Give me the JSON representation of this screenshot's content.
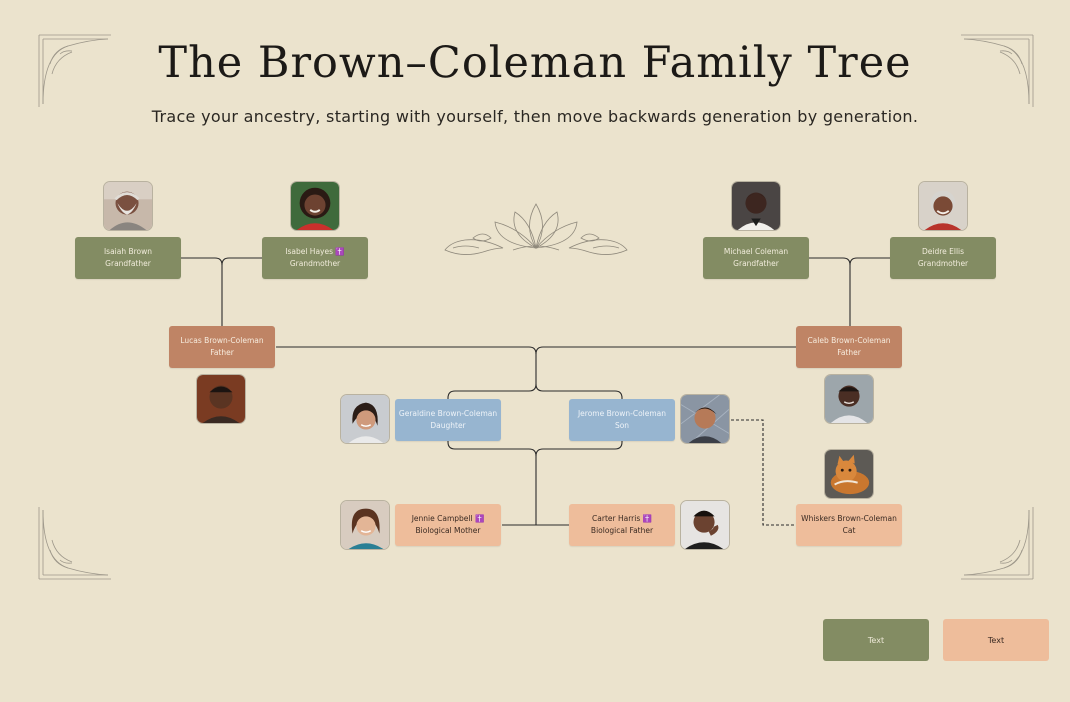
{
  "title": "The Brown–Coleman Family Tree",
  "subtitle": "Trace your ancestry, starting with yourself, then move backwards generation by generation.",
  "colors": {
    "background": "#ebe3cd",
    "grandparent": "#838c63",
    "parent": "#bf8465",
    "child": "#97b5d0",
    "other": "#eebd9b",
    "line": "#2b2b2b"
  },
  "members": {
    "isaiah": {
      "name": "Isaiah Brown",
      "role": "Grandfather"
    },
    "isabel": {
      "name": "Isabel Hayes ✝️",
      "role": "Grandmother"
    },
    "michael": {
      "name": "Michael Coleman",
      "role": "Grandfather"
    },
    "deidre": {
      "name": "Deidre Ellis",
      "role": "Grandmother"
    },
    "lucas": {
      "name": "Lucas Brown-Coleman",
      "role": "Father"
    },
    "caleb": {
      "name": "Caleb Brown-Coleman",
      "role": "Father"
    },
    "geraldine": {
      "name": "Geraldine Brown-Coleman",
      "role": "Daughter"
    },
    "jerome": {
      "name": "Jerome Brown-Coleman",
      "role": "Son"
    },
    "jennie": {
      "name": "Jennie Campbell ✝️",
      "role": "Biological Mother"
    },
    "carter": {
      "name": "Carter Harris ✝️",
      "role": "Biological Father"
    },
    "whiskers": {
      "name": "Whiskers Brown-Coleman",
      "role": "Cat"
    }
  },
  "legend": {
    "green_label": "Text",
    "peach_label": "Text"
  },
  "icons": [
    "corner-ornament-icon",
    "lotus-icon",
    "portrait-photo"
  ]
}
